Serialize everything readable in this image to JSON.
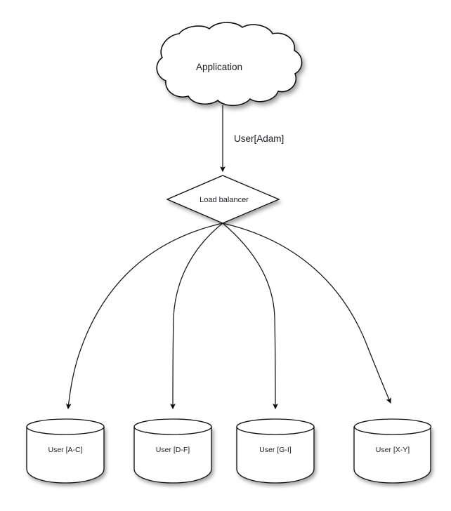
{
  "diagram": {
    "title_node": {
      "id": "application-cloud",
      "label": "Application",
      "shape": "cloud"
    },
    "balancer_node": {
      "id": "load-balancer",
      "label": "Load balancer",
      "shape": "diamond"
    },
    "edges": [
      {
        "from": "application-cloud",
        "to": "load-balancer",
        "label": "User[Adam]"
      },
      {
        "from": "load-balancer",
        "to": "db-a-c",
        "label": ""
      },
      {
        "from": "load-balancer",
        "to": "db-d-f",
        "label": ""
      },
      {
        "from": "load-balancer",
        "to": "db-g-i",
        "label": ""
      },
      {
        "from": "load-balancer",
        "to": "db-x-y",
        "label": ""
      }
    ],
    "databases": [
      {
        "id": "db-a-c",
        "label": "User [A-C]",
        "shape": "cylinder"
      },
      {
        "id": "db-d-f",
        "label": "User [D-F]",
        "shape": "cylinder"
      },
      {
        "id": "db-g-i",
        "label": "User [G-I]",
        "shape": "cylinder"
      },
      {
        "id": "db-x-y",
        "label": "User [X-Y]",
        "shape": "cylinder"
      }
    ],
    "colors": {
      "background": "#ffffff",
      "shape_fill": "#ffffff",
      "stroke": "#111111",
      "text": "#1a1a22",
      "shadow": "#b8b8b8"
    }
  }
}
